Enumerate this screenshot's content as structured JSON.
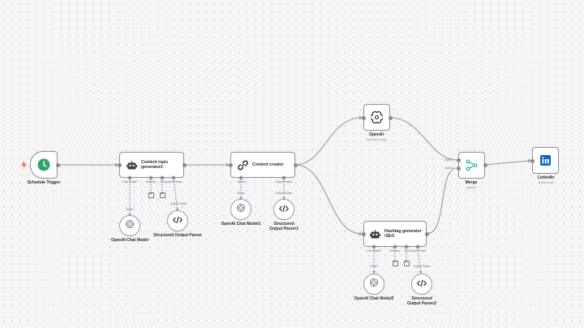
{
  "nodes": {
    "schedule": {
      "label": "Schedule Trigger"
    },
    "topic": {
      "title": "Content topic generator2",
      "ports": [
        "Chat Model*",
        "Memory",
        "Tool",
        "Output Parser"
      ]
    },
    "creator": {
      "title": "Content creator",
      "ports": [
        "Model*",
        "Output Parser"
      ]
    },
    "openai": {
      "label": "OpenAI",
      "sub": "Generate image"
    },
    "hashtag": {
      "title": "Hashtag generator /SEO",
      "ports": [
        "Chat Model*",
        "Memory",
        "Tool",
        "Output Parser"
      ]
    },
    "merge": {
      "label": "Merge",
      "sub": "append",
      "inputs": [
        "Input 1",
        "Input 2"
      ]
    },
    "linkedin": {
      "label": "LinkedIn",
      "sub": "create: post"
    },
    "chat1": {
      "label": "OpenAI Chat Model",
      "edge": "Model"
    },
    "parser1": {
      "label": "Structured Output Parser",
      "edge": "Output Parser"
    },
    "chat2": {
      "label": "OpenAI Chat Model1",
      "edge": "Model"
    },
    "parser2": {
      "label": "Structured Output Parser1",
      "edge": "Output Parser"
    },
    "chat3": {
      "label": "OpenAI Chat Model2",
      "edge": "Model"
    },
    "parser3": {
      "label": "Structured Output Parser2",
      "edge": "Output Parser"
    }
  },
  "colors": {
    "trigger_accent": "#2fa36b",
    "bolt": "#ff6d5a",
    "merge_accent": "#2ab3b0",
    "linkedin": "#0a66c2",
    "subnode_line": "#8b84c7",
    "edge": "#9a9aa1"
  },
  "icons": {
    "schedule": "clock-icon",
    "agent": "robot-icon",
    "chain": "link-icon",
    "openai": "openai-icon",
    "merge": "merge-icon",
    "linkedin": "linkedin-icon",
    "parser": "code-icon"
  }
}
